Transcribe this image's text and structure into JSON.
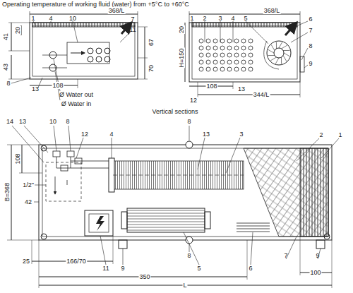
{
  "diagram": {
    "labels": [
      "Operating temperature of working fluid (water) from +5°C to +60°C",
      "1",
      "4",
      "10",
      "368/L",
      "7",
      "11",
      "41",
      "20",
      "67",
      "43",
      "70",
      "108",
      "8",
      "13",
      "Ø Water out",
      "Ø Water in",
      "1",
      "2",
      "3",
      "4",
      "5",
      "368/L",
      "6",
      "7",
      "8",
      "9",
      "20",
      "H=150",
      "108",
      "13",
      "12",
      "344/L",
      "Vertical sections",
      "14",
      "13",
      "10",
      "8",
      "12",
      "4",
      "8",
      "13",
      "3",
      "2",
      "1",
      "108",
      "B=368",
      "1/2\"",
      "42",
      "11",
      "9",
      "8",
      "5",
      "6",
      "7",
      "9",
      "25",
      "166/70",
      "350",
      "100",
      "L"
    ]
  }
}
